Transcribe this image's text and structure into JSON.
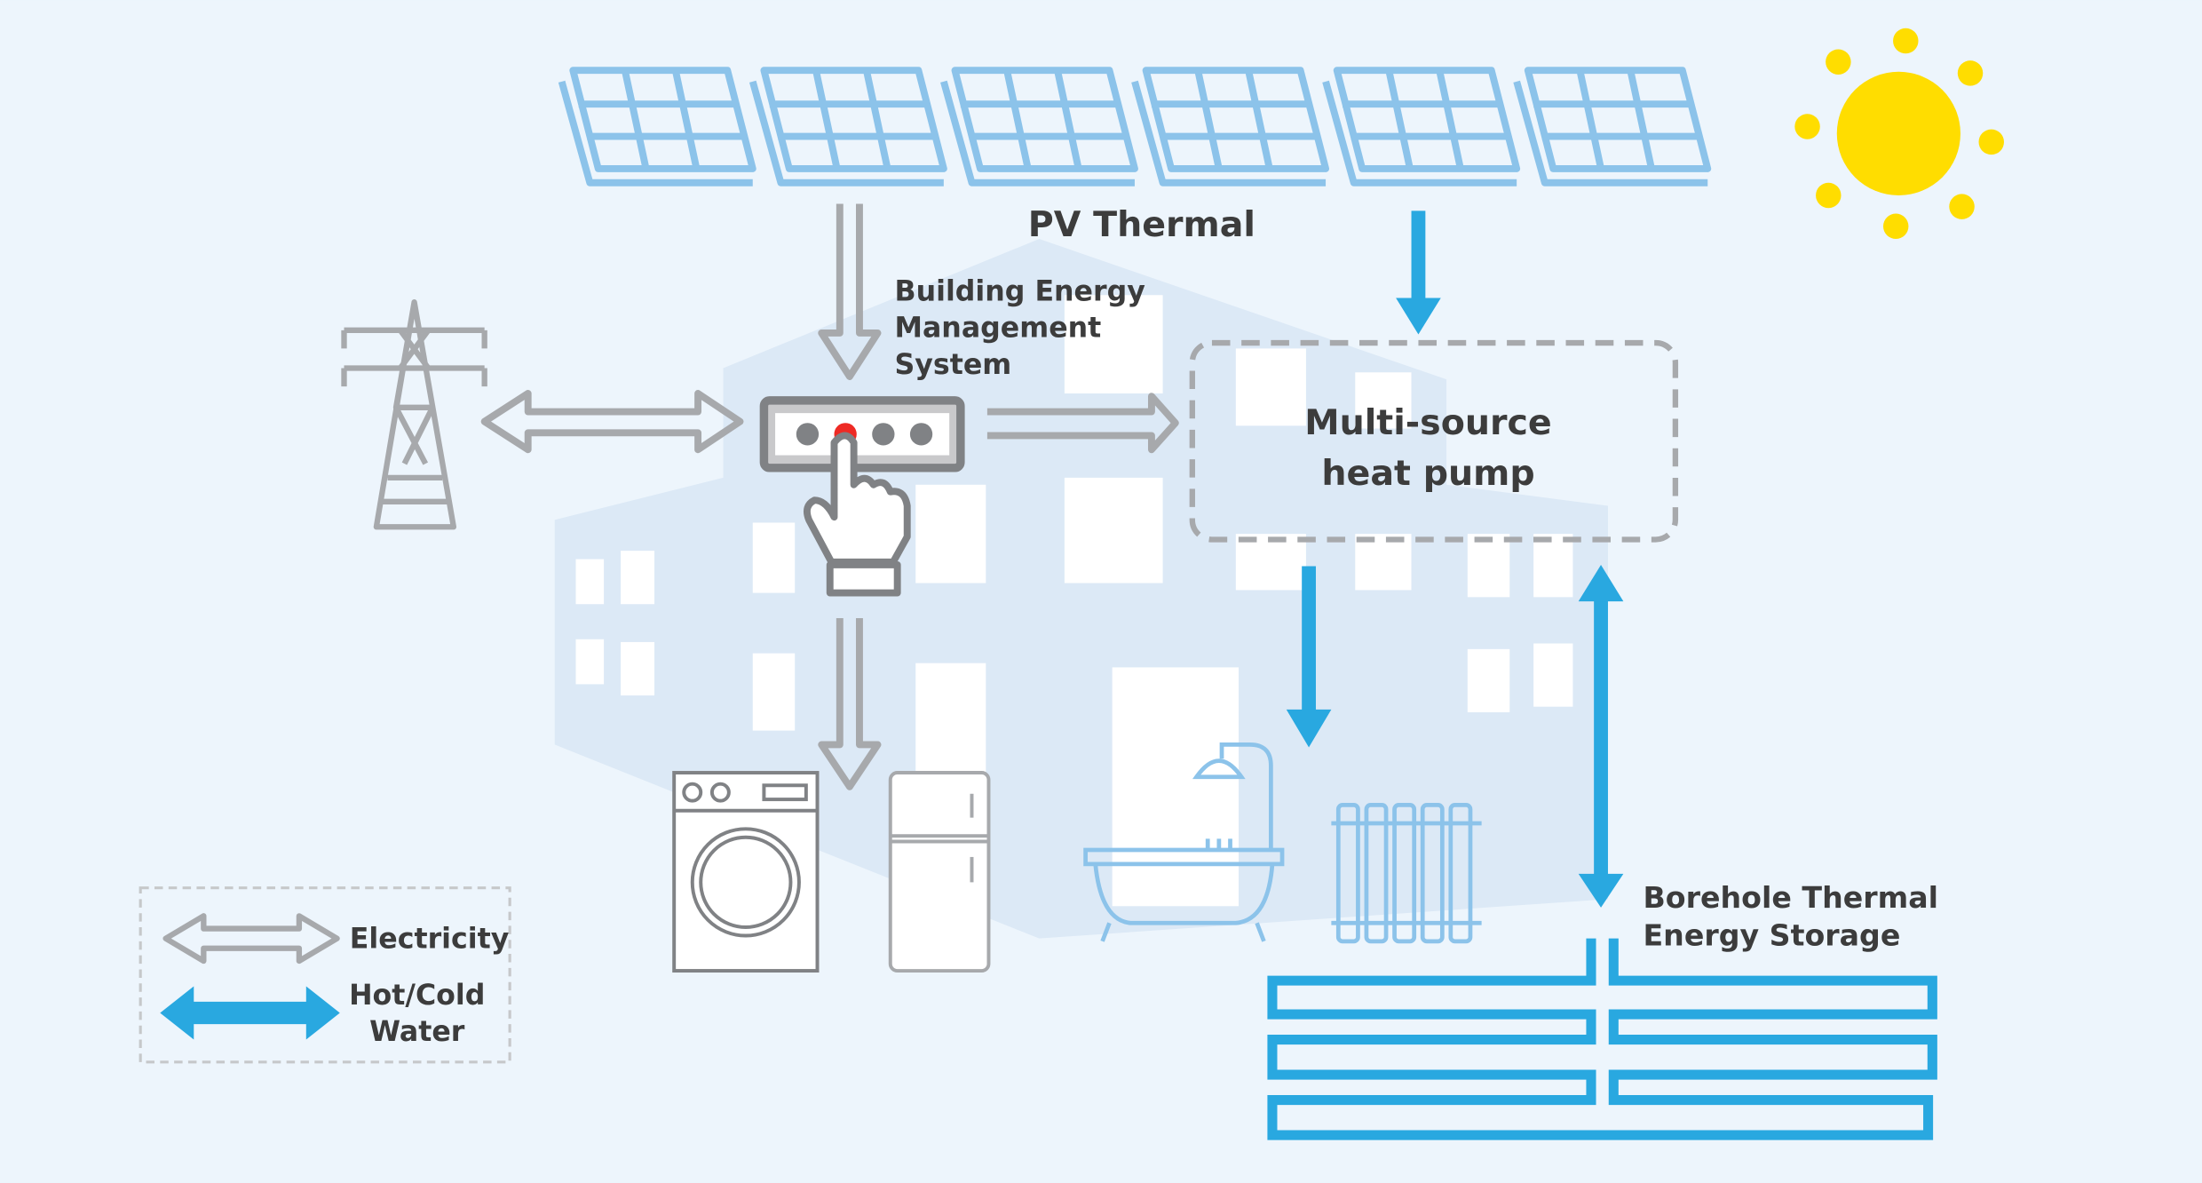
{
  "labels": {
    "pv_thermal": "PV Thermal",
    "bems_line1": "Building Energy",
    "bems_line2": "Management",
    "bems_line3": "System",
    "heat_pump_line1": "Multi-source",
    "heat_pump_line2": "heat pump",
    "borehole_line1": "Borehole Thermal",
    "borehole_line2": "Energy Storage"
  },
  "legend": {
    "electricity": "Electricity",
    "water_line1": "Hot/Cold",
    "water_line2": "Water"
  },
  "colors": {
    "background": "#edf5fc",
    "building": "#dce9f6",
    "electricity": "#a7a9ac",
    "water": "#29a8e0",
    "panel": "#8cc3ea",
    "sun": "#ffdd00",
    "button_active": "#ee2a24"
  },
  "icons": [
    "solar-panel-icon",
    "sun-icon",
    "power-tower-icon",
    "control-panel-icon",
    "hand-pointer-icon",
    "washing-machine-icon",
    "fridge-icon",
    "bathtub-icon",
    "radiator-icon",
    "borehole-pipes-icon"
  ]
}
